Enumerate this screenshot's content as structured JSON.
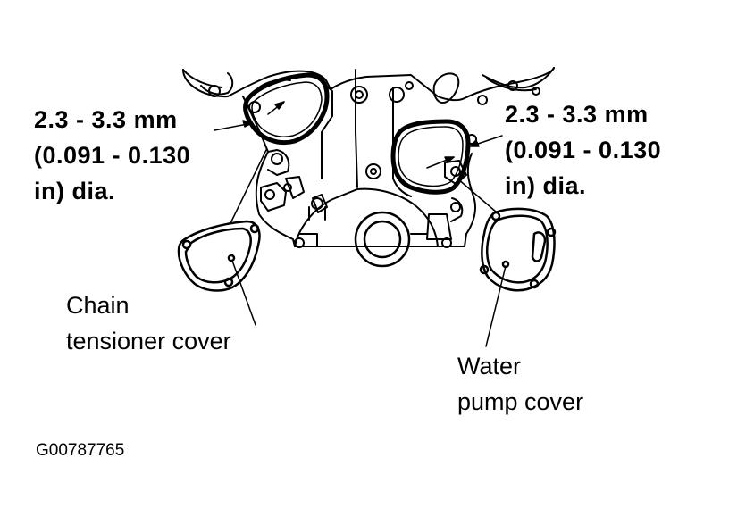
{
  "labels": {
    "left_spec": {
      "line1": "2.3 - 3.3 mm",
      "line2": "(0.091 - 0.130",
      "line3": "in) dia."
    },
    "right_spec": {
      "line1": "2.3 - 3.3 mm",
      "line2": "(0.091 - 0.130",
      "line3": "in) dia."
    },
    "chain_tensioner": {
      "line1": "Chain",
      "line2": "tensioner cover"
    },
    "water_pump": {
      "line1": "Water",
      "line2": "pump cover"
    },
    "figure_code": "G00787765"
  }
}
